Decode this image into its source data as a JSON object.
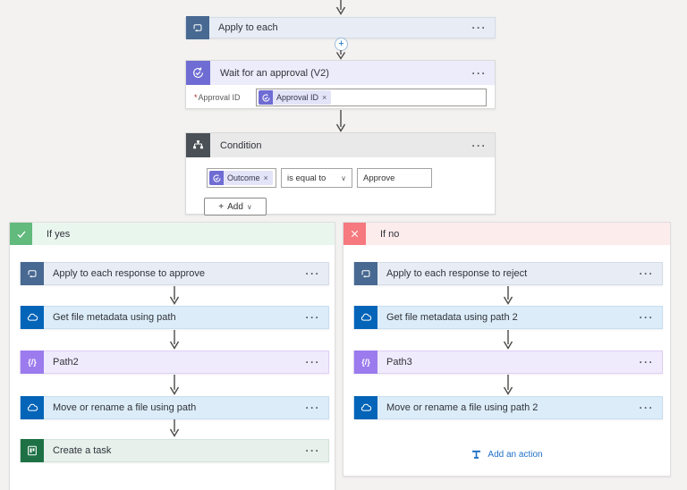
{
  "ui": {
    "menu_ellipsis": "···",
    "chevron_down": "∨",
    "plus": "+",
    "close": "×",
    "required_marker": "*",
    "colors": {
      "canvas": "#f3f2f1",
      "loop": "#486991",
      "approvals": "#6f6cd3",
      "condition": "#4a5056",
      "onedrive": "#0364b8",
      "compose": "#9b7bed",
      "planner": "#1e7145",
      "if_yes": "#62ba7d",
      "if_no": "#f5797f",
      "link": "#1f6fc5"
    }
  },
  "top": {
    "apply_to_each": {
      "label": "Apply to each"
    },
    "approval": {
      "title": "Wait for an approval (V2)",
      "field_label": "Approval ID",
      "token_label": "Approval ID"
    },
    "condition": {
      "title": "Condition",
      "token_label": "Outcome",
      "operator": "is equal to",
      "value": "Approve",
      "add_label": "Add"
    }
  },
  "branches": {
    "yes": {
      "title": "If yes",
      "actions": [
        {
          "label": "Apply to each response to approve",
          "icon": "loop-icon"
        },
        {
          "label": "Get file metadata using path",
          "icon": "onedrive-icon"
        },
        {
          "label": "Path2",
          "icon": "compose-icon"
        },
        {
          "label": "Move or rename a file using path",
          "icon": "onedrive-icon"
        },
        {
          "label": "Create a task",
          "icon": "planner-icon"
        }
      ]
    },
    "no": {
      "title": "If no",
      "actions": [
        {
          "label": "Apply to each response to reject",
          "icon": "loop-icon"
        },
        {
          "label": "Get file metadata using path 2",
          "icon": "onedrive-icon"
        },
        {
          "label": "Path3",
          "icon": "compose-icon"
        },
        {
          "label": "Move or rename a file using path 2",
          "icon": "onedrive-icon"
        }
      ],
      "add_action_label": "Add an action"
    }
  },
  "icons": {
    "compose_glyph": "{/}"
  }
}
